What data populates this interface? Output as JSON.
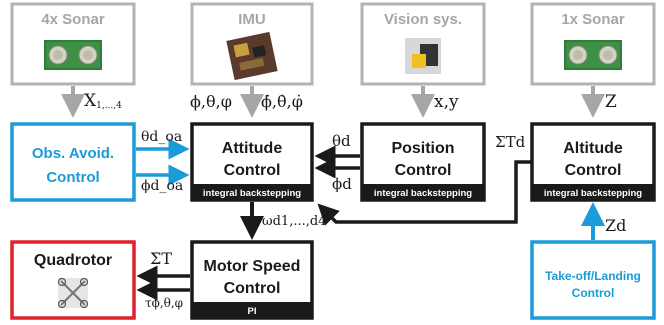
{
  "sensors": {
    "sonar4": {
      "label": "4x Sonar",
      "output": "X",
      "output_sub": "1,...,4"
    },
    "imu": {
      "label": "IMU",
      "output_left": "ϕ,θ,φ",
      "output_right": "ϕ̇,θ̇,φ̇"
    },
    "vision": {
      "label": "Vision sys.",
      "output": "x,y"
    },
    "sonar1": {
      "label": "1x Sonar",
      "output": "Z"
    }
  },
  "blocks": {
    "obs_avoid": {
      "line1": "Obs. Avoid.",
      "line2": "Control"
    },
    "attitude": {
      "line1": "Attitude",
      "line2": "Control",
      "footer": "integral backstepping"
    },
    "position": {
      "line1": "Position",
      "line2": "Control",
      "footer": "integral backstepping"
    },
    "altitude": {
      "line1": "Altitude",
      "line2": "Control",
      "footer": "integral backstepping"
    },
    "quadrotor": {
      "label": "Quadrotor"
    },
    "motor": {
      "line1": "Motor Speed",
      "line2": "Control",
      "footer": "PI"
    },
    "takeoff": {
      "line1": "Take-off/Landing",
      "line2": "Control"
    }
  },
  "signals": {
    "theta_d_oa": "θd_oa",
    "phi_d_oa": "ϕd_oa",
    "theta_d": "θd",
    "phi_d": "ϕd",
    "sum_T_d": "ΣTd",
    "omega": "ωd1,...,d4",
    "sum_T": "ΣT",
    "tau": "τϕ,θ,φ",
    "zd": "Zd"
  },
  "colors": {
    "sensor_border": "#b3b3b3",
    "sensor_text": "#a6a6a6",
    "arrow_gray": "#a6a6a6",
    "blue": "#1b9bd7",
    "red": "#e0202a",
    "black": "#1a1a1a"
  }
}
